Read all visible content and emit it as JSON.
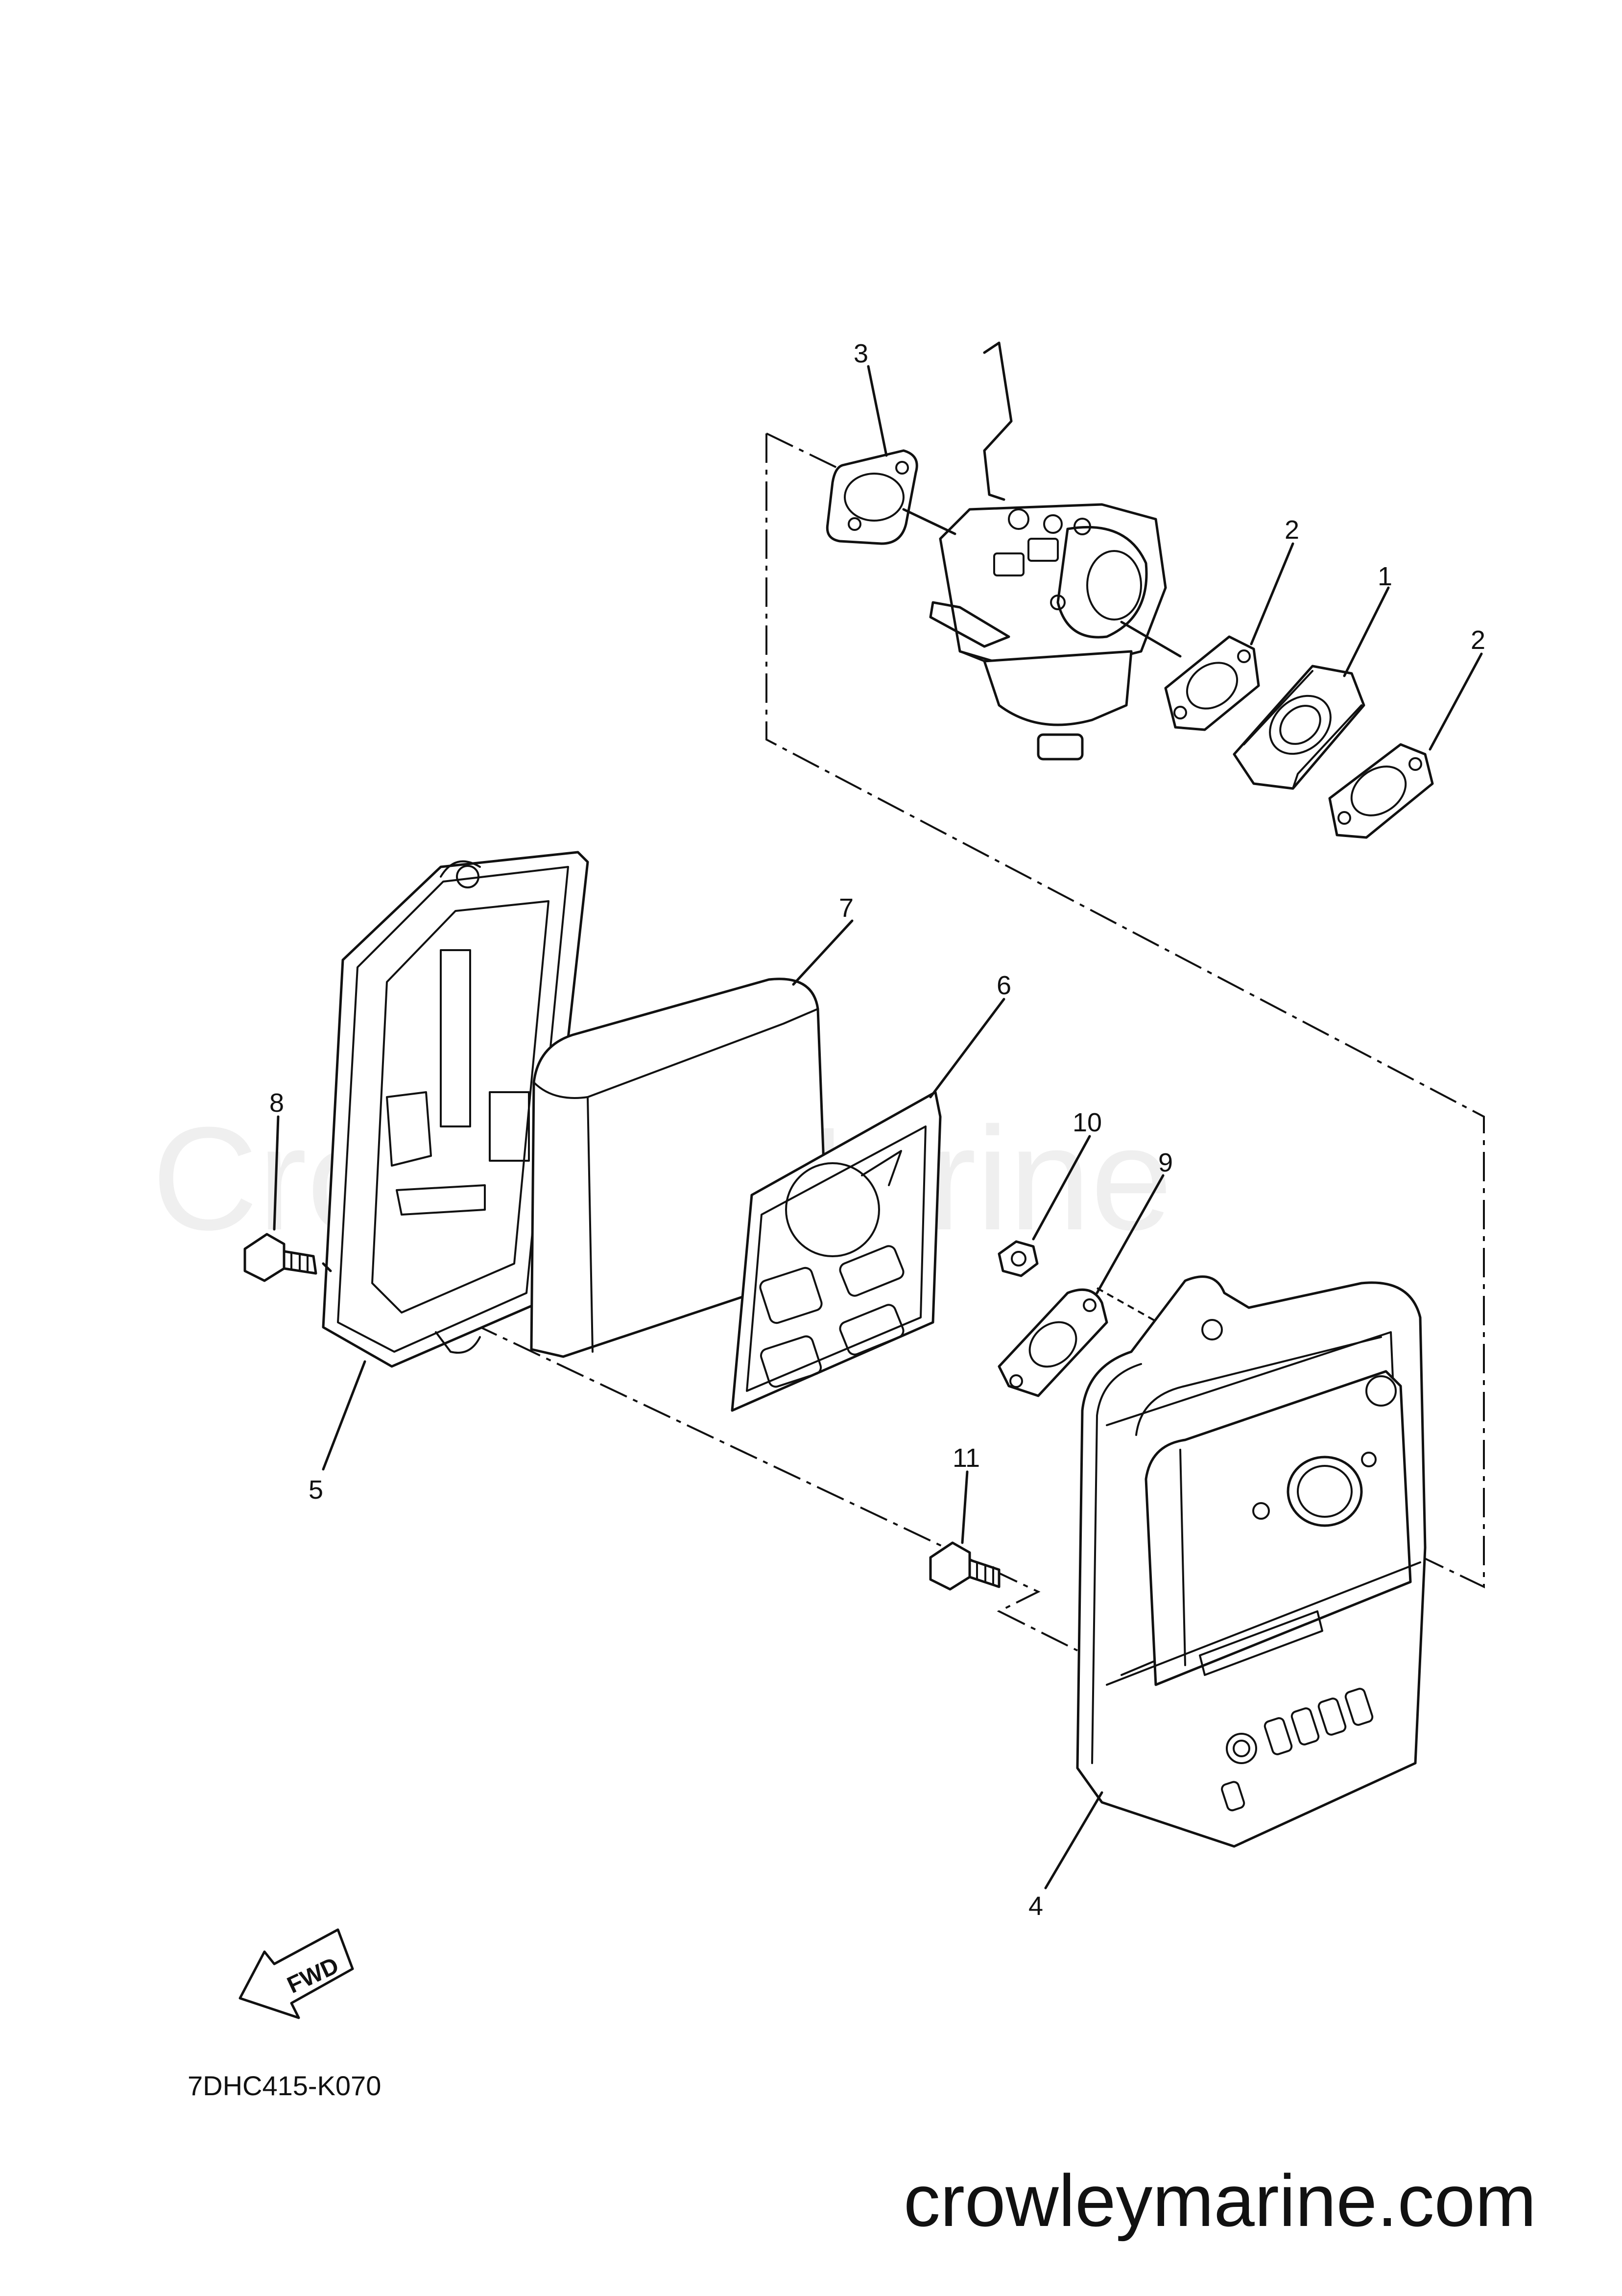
{
  "diagram": {
    "watermark": "Crowley Marine",
    "part_code": "7DHC415-K070",
    "website": "crowleymarine.com",
    "fwd_label": "FWD",
    "callouts": [
      "1",
      "2",
      "2",
      "3",
      "4",
      "5",
      "6",
      "7",
      "8",
      "9",
      "10",
      "11"
    ]
  }
}
